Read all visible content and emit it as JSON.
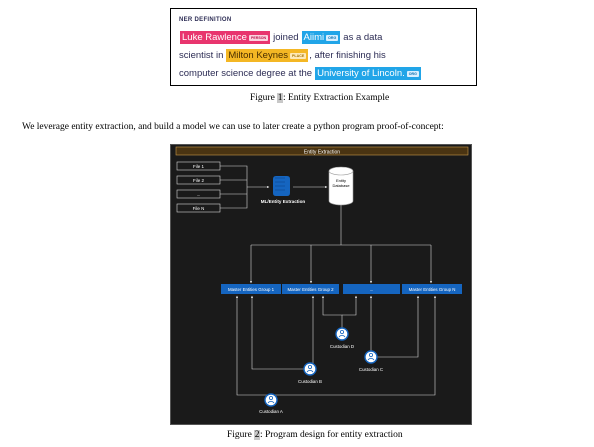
{
  "ner": {
    "title": "NER DEFINITION",
    "line1": {
      "person": "Luke Rawlence",
      "person_tag": "PERSON",
      "t1": "joined",
      "org1": "Aiimi",
      "org1_tag": "ORG",
      "t2": "as a data"
    },
    "line2": {
      "t1": "scientist in",
      "place": "Milton Keynes",
      "place_tag": "PLACE",
      "t2": ", after finishing his"
    },
    "line3": {
      "t1": "computer science degree at the",
      "org2": "University of Lincoln.",
      "org2_tag": "ORG"
    }
  },
  "figure1": {
    "prefix": "Figure ",
    "num": "1",
    "suffix": ": Entity Extraction Example"
  },
  "paragraph": "We leverage entity extraction, and build a model we can use to later create a python program proof-of-concept:",
  "diagram": {
    "header": "Entity Extraction",
    "files": [
      "File 1",
      "File 2",
      "...",
      "File N"
    ],
    "ml_label": "ML/Entity Extraction",
    "db_label_line1": "Entity",
    "db_label_line2": "Database",
    "groups": [
      "Master Entities Group 1",
      "Master Entities Group 2",
      "...",
      "Master Entities Group N"
    ],
    "custodians": [
      "Custodian A",
      "Custodian B",
      "Custodian C",
      "Custodian D"
    ],
    "colors": {
      "bg": "#1a1a1a",
      "group": "#1565c0",
      "line": "#d8d8d8",
      "header": "#4a3412"
    }
  },
  "figure2": {
    "prefix": "Figure ",
    "num": "2",
    "suffix": ": Program design for entity extraction"
  }
}
